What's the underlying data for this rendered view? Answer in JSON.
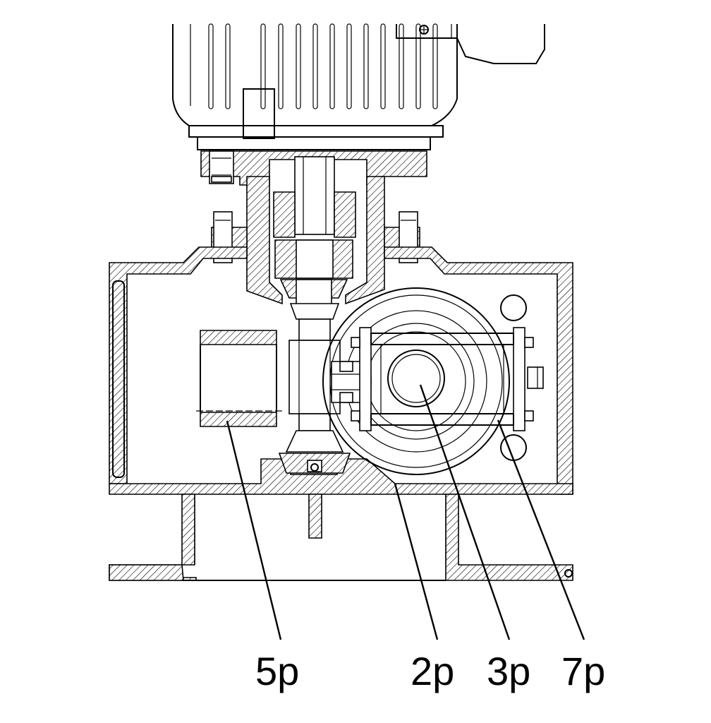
{
  "diagram": {
    "labels": {
      "l5p": "5p",
      "l2p": "2p",
      "l3p": "3p",
      "l7p": "7p"
    },
    "colors": {
      "line": "#000000",
      "background": "#ffffff"
    }
  }
}
